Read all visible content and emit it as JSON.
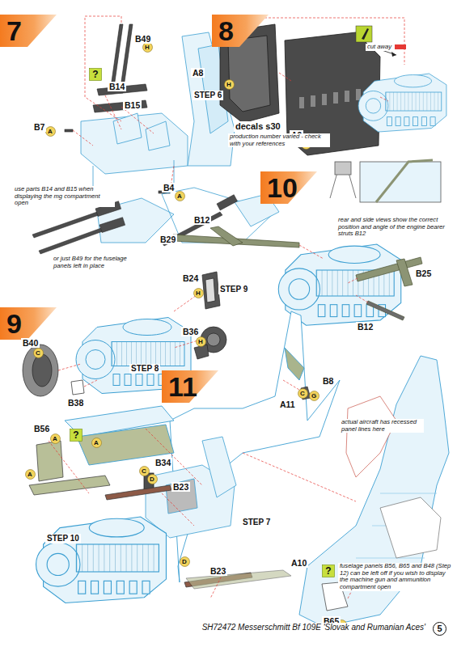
{
  "diagram": {
    "caption": "SH72472 Messerschmitt Bf 109E 'Slovak and Rumanian Aces'",
    "nodes": [
      {
        "text": [
          "7"
        ]
      },
      {
        "text": [
          "H"
        ]
      },
      {
        "text": [
          "?"
        ]
      },
      {
        "text": [
          "A"
        ]
      },
      {
        "text": [
          "A"
        ]
      },
      {
        "text": [
          "8"
        ]
      },
      {
        "text": [
          "H"
        ]
      },
      {
        "text": [
          "H"
        ]
      },
      {
        "text": [
          "10"
        ]
      },
      {
        "text": [
          "9"
        ]
      },
      {
        "text": [
          "H"
        ]
      },
      {
        "text": [
          "H"
        ]
      },
      {
        "text": [
          "C"
        ]
      },
      {
        "text": [
          "11"
        ]
      },
      {
        "text": [
          "C"
        ]
      },
      {
        "text": [
          "G"
        ]
      },
      {
        "text": [
          "A"
        ]
      },
      {
        "text": [
          "?"
        ]
      },
      {
        "text": [
          "A"
        ]
      },
      {
        "text": [
          "C"
        ]
      },
      {
        "text": [
          "A"
        ]
      },
      {
        "text": [
          "D"
        ]
      },
      {
        "text": [
          "D"
        ]
      },
      {
        "text": [
          "?"
        ]
      },
      {
        "text": [
          "A"
        ]
      },
      {
        "text": [
          "5"
        ]
      }
    ],
    "labels": [
      "B49",
      "B14",
      "B15",
      "STEP 6",
      "B7",
      "B4",
      "use parts B14 and B15 when displaying the mg compartment open",
      "or just B49 for the fuselage panels left in place",
      "A8",
      "A9",
      "decals s30",
      "production number varied - check with your references",
      "cut away",
      "rear and side views show the correct position and angle of the engine bearer struts B12",
      "B29",
      "B12",
      "B25",
      "STEP 9",
      "B12",
      "B24",
      "B36",
      "STEP 8",
      "B40",
      "B38",
      "B8",
      "A11",
      "actual aircraft has recessed panel lines here",
      "A10",
      "B56",
      "B34",
      "B23",
      "STEP 7",
      "STEP 10",
      "B23",
      "fuselage panels B56, B65 and B48 (Step 12) can be left off if you wish to display the machine gun and ammunition compartment open",
      "B65"
    ]
  }
}
